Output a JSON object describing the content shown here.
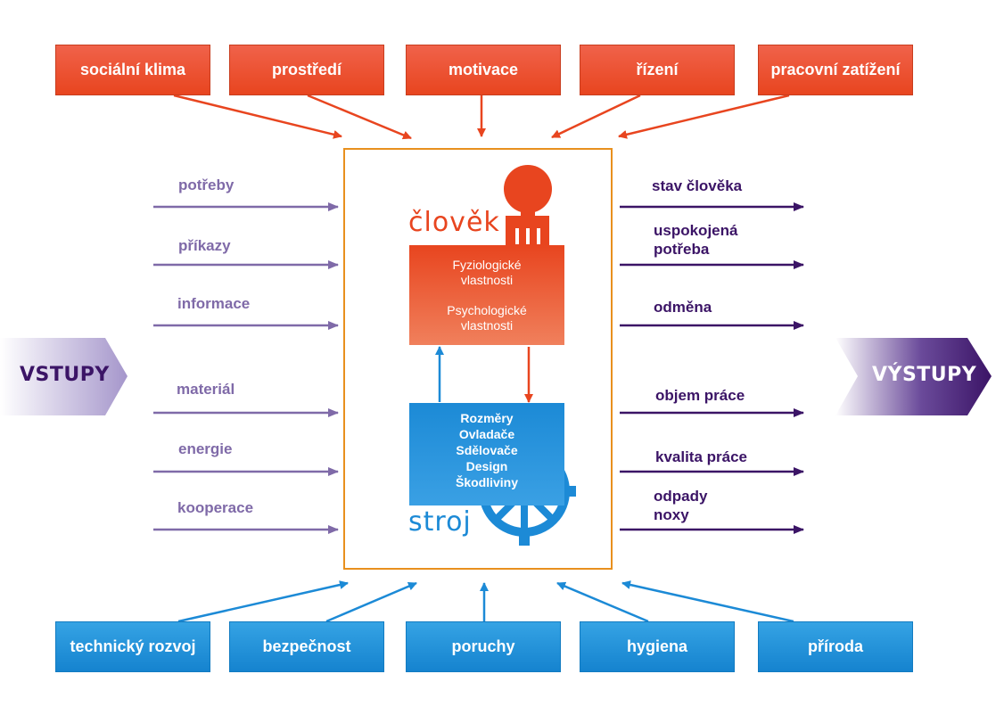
{
  "colors": {
    "top_box": "#e8451f",
    "bottom_box": "#1583cf",
    "input_arrow": "#7f6aa8",
    "output_arrow": "#3b1466",
    "core_border": "#e8901e",
    "human": "#e8451f",
    "machine": "#1c8ad6"
  },
  "top_factors": [
    "sociální klima",
    "prostředí",
    "motivace",
    "řízení",
    "pracovní zatížení"
  ],
  "bottom_factors": [
    "technický rozvoj",
    "bezpečnost",
    "poruchy",
    "hygiena",
    "příroda"
  ],
  "inputs": [
    "potřeby",
    "příkazy",
    "informace",
    "materiál",
    "energie",
    "kooperace"
  ],
  "outputs": [
    {
      "line1": "stav člověka",
      "line2": ""
    },
    {
      "line1": "uspokojená",
      "line2": "potřeba"
    },
    {
      "line1": "odměna",
      "line2": ""
    },
    {
      "line1": "objem práce",
      "line2": ""
    },
    {
      "line1": "kvalita práce",
      "line2": ""
    },
    {
      "line1": "odpady",
      "line2": "noxy"
    }
  ],
  "core": {
    "human_word": "člověk",
    "human_props": [
      "Fyziologické",
      "vlastnosti",
      "Psychologické",
      "vlastnosti"
    ],
    "machine_word": "stroj",
    "machine_props": [
      "Rozměry",
      "Ovladače",
      "Sdělovače",
      "Design",
      "Škodliviny"
    ]
  },
  "vstupy": "VSTUPY",
  "vystupy": "VÝSTUPY"
}
